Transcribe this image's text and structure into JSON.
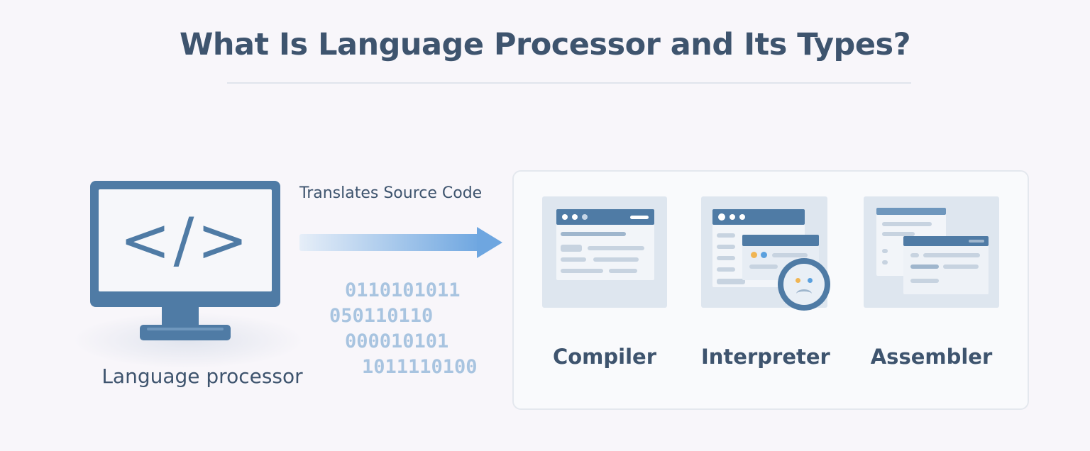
{
  "title": "What Is Language Processor and Its Types?",
  "processor": {
    "code_symbol": "</>",
    "label": "Language processor"
  },
  "arrow_label": "Translates Source Code",
  "binary_lines": [
    "0110101011",
    "050110110",
    "000010101",
    "1011110100"
  ],
  "types": [
    {
      "label": "Compiler",
      "icon": "compiler-window-icon"
    },
    {
      "label": "Interpreter",
      "icon": "interpreter-window-icon"
    },
    {
      "label": "Assembler",
      "icon": "assembler-window-icon"
    }
  ],
  "colors": {
    "primary": "#4f7ba5",
    "text": "#3e546e",
    "background": "#f8f6fa",
    "binary": "#a8c4e0",
    "accent_orange": "#f0b553",
    "accent_blue": "#5aa0de"
  }
}
